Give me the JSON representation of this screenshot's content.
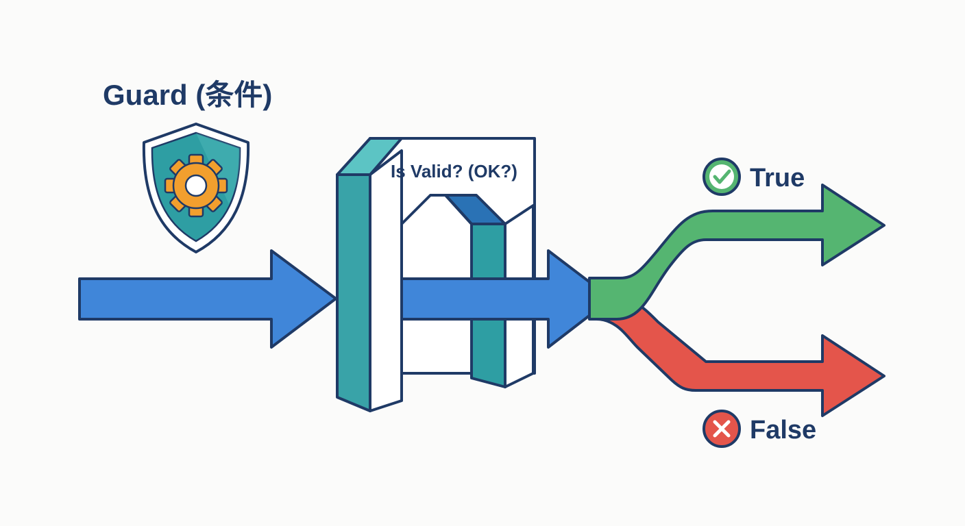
{
  "title": "Guard (条件)",
  "gate": {
    "label": "Is Valid? (OK?)"
  },
  "branches": {
    "true_label": "True",
    "false_label": "False"
  },
  "icons": {
    "guard": "shield-gear-icon",
    "true_status": "check-circle-icon",
    "false_status": "x-circle-icon"
  },
  "colors": {
    "outline": "#1f3a66",
    "input_arrow": "#4086d9",
    "gate": "#2e9ea3",
    "gate_dark": "#2a72b5",
    "true_path": "#55b571",
    "false_path": "#e4554b",
    "gear": "#f29f2e"
  }
}
